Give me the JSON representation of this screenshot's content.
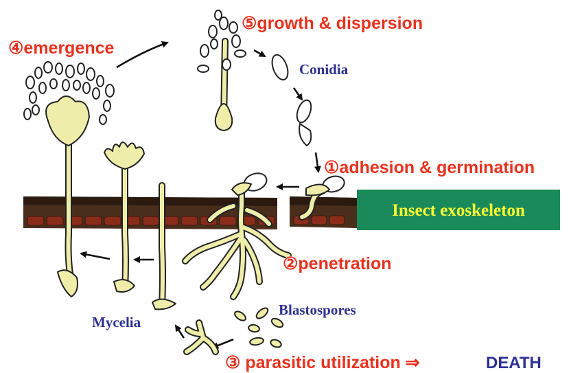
{
  "steps": {
    "adhesion": "①adhesion & germination",
    "penetration": "②penetration",
    "utilization": "③ parasitic utilization ⇒",
    "death": "DEATH",
    "emergence": "④emergence",
    "growth": "⑤growth & dispersion"
  },
  "labels": {
    "conidia": "Conidia",
    "blastospores": "Blastospores",
    "mycelia": "Mycelia",
    "exoskeleton": "Insect exoskeleton"
  },
  "colors": {
    "step_text": "#e8321f",
    "stage_text": "#2e3192",
    "box_fill": "#1a8a5a",
    "box_text": "#ffff33",
    "fungus_fill": "#eeeeaa",
    "cuticle": "#4a2e1c"
  }
}
